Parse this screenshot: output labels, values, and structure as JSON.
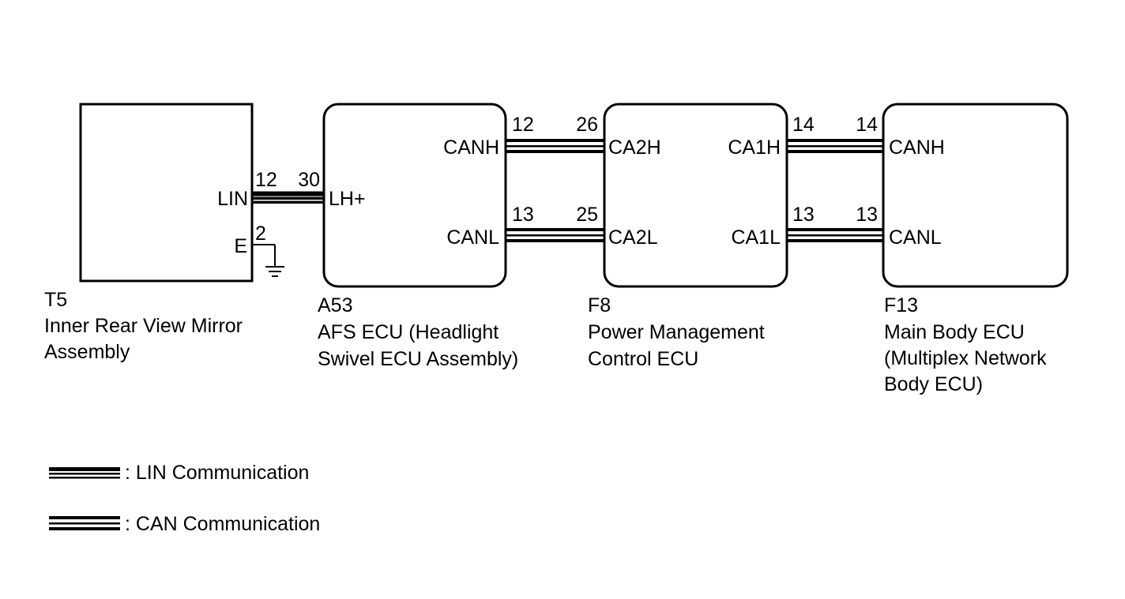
{
  "components": {
    "t5": {
      "code": "T5",
      "name_line1": "Inner Rear View Mirror",
      "name_line2": "Assembly",
      "lin_label": "LIN",
      "lin_pin": "12",
      "e_label": "E",
      "e_pin": "2"
    },
    "a53": {
      "code": "A53",
      "name_line1": "AFS ECU (Headlight",
      "name_line2": "Swivel ECU Assembly)",
      "lin_label": "LH+",
      "lin_pin": "30",
      "canh_label": "CANH",
      "canh_pin": "12",
      "canl_label": "CANL",
      "canl_pin": "13"
    },
    "f8": {
      "code": "F8",
      "name_line1": "Power Management",
      "name_line2": "Control ECU",
      "ca2h_label": "CA2H",
      "ca2h_pin": "26",
      "ca2l_label": "CA2L",
      "ca2l_pin": "25",
      "ca1h_label": "CA1H",
      "ca1h_pin": "14",
      "ca1l_label": "CA1L",
      "ca1l_pin": "13"
    },
    "f13": {
      "code": "F13",
      "name_line1": "Main Body ECU",
      "name_line2": "(Multiplex Network",
      "name_line3": "Body ECU)",
      "canh_label": "CANH",
      "canh_pin": "14",
      "canl_label": "CANL",
      "canl_pin": "13"
    }
  },
  "legend": {
    "lin": ": LIN Communication",
    "can": ": CAN Communication"
  },
  "colors": {
    "line": "#000000",
    "background": "#ffffff"
  }
}
